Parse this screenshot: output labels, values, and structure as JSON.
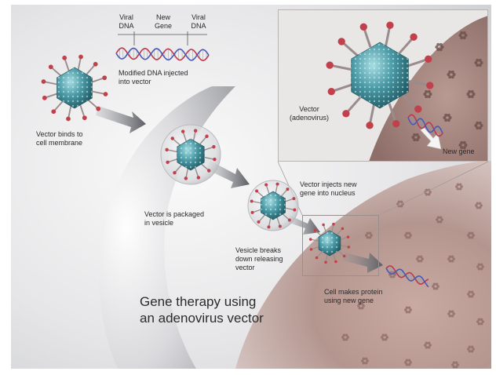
{
  "title": {
    "line1": "Gene therapy using",
    "line2": "an adenovirus vector"
  },
  "dna_labels": {
    "viral_dna_left": "Viral\nDNA",
    "new_gene": "New\nGene",
    "viral_dna_right": "Viral\nDNA"
  },
  "steps": {
    "modified_dna": "Modified DNA injected\ninto vector",
    "binds": "Vector binds to\ncell membrane",
    "packaged": "Vector is packaged\nin vesicle",
    "breaks_down": "Vesicle breaks\ndown releasing\nvector",
    "injects": "Vector injects new\ngene into nucleus",
    "makes_protein": "Cell makes protein\nusing new gene"
  },
  "inset": {
    "vector_label": "Vector\n(adenovirus)",
    "new_gene_label": "New gene"
  },
  "colors": {
    "capsid": "#3c8f9c",
    "capsid_highlight": "#8fd0d8",
    "spike": "#c2404b",
    "cell": "#b79a93",
    "dna_blue": "#4a58b8",
    "dna_red": "#c0384b"
  }
}
